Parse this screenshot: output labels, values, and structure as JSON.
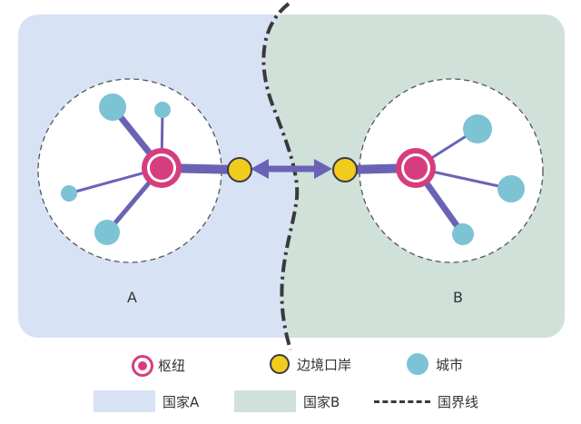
{
  "regions": {
    "a": {
      "label": "A",
      "color": "#d7e3f4"
    },
    "b": {
      "label": "B",
      "color": "#cfe1d9"
    }
  },
  "colors": {
    "hub": "#d63d7e",
    "port": "#f2cc1d",
    "city": "#7cc3d3",
    "link": "#6a63b5",
    "border": "#3a3a3a"
  },
  "legend": {
    "hub": "枢纽",
    "port": "边境口岸",
    "city": "城市",
    "country_a": "国家A",
    "country_b": "国家B",
    "border_line": "国界线"
  }
}
